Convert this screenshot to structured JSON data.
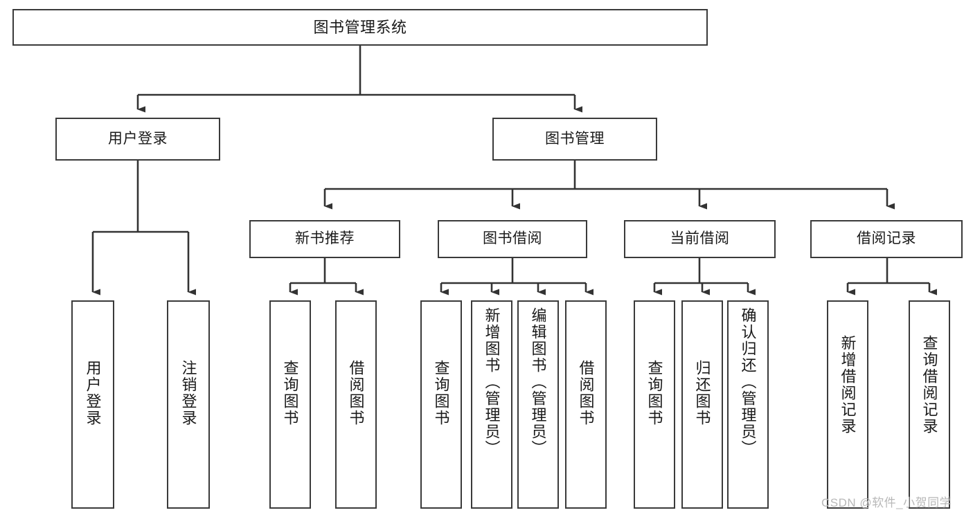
{
  "diagram": {
    "type": "tree-hierarchy-chart",
    "title": "图书管理系统",
    "colors": {
      "background": "#ffffff",
      "box_border": "#3a3a3a",
      "edge_line": "#333333",
      "text": "#1a1a1a",
      "watermark": "#b8b8b8"
    },
    "nodes": {
      "root": {
        "label": "图书管理系统"
      },
      "level2": [
        {
          "id": "user-login",
          "label": "用户登录"
        },
        {
          "id": "book-management",
          "label": "图书管理"
        }
      ],
      "level3": [
        {
          "id": "new-book-recommend",
          "label": "新书推荐"
        },
        {
          "id": "book-borrow",
          "label": "图书借阅"
        },
        {
          "id": "current-borrow",
          "label": "当前借阅"
        },
        {
          "id": "borrow-record",
          "label": "借阅记录"
        }
      ],
      "leaves": {
        "user_login": [
          {
            "id": "leaf-user-login",
            "label": "用户登录"
          },
          {
            "id": "leaf-logout",
            "label": "注销登录"
          }
        ],
        "new_book_recommend": [
          {
            "id": "leaf-query-book-1",
            "label": "查询图书"
          },
          {
            "id": "leaf-borrow-book-1",
            "label": "借阅图书"
          }
        ],
        "book_borrow": [
          {
            "id": "leaf-query-book-2",
            "label": "查询图书"
          },
          {
            "id": "leaf-add-book",
            "label": "新增图书（管理员）"
          },
          {
            "id": "leaf-edit-book",
            "label": "编辑图书（管理员）"
          },
          {
            "id": "leaf-borrow-book-2",
            "label": "借阅图书"
          }
        ],
        "current_borrow": [
          {
            "id": "leaf-query-book-3",
            "label": "查询图书"
          },
          {
            "id": "leaf-return-book",
            "label": "归还图书"
          },
          {
            "id": "leaf-confirm-return",
            "label": "确认归还（管理员）"
          }
        ],
        "borrow_record": [
          {
            "id": "leaf-add-record",
            "label": "新增借阅记录"
          },
          {
            "id": "leaf-query-record",
            "label": "查询借阅记录"
          }
        ]
      }
    },
    "watermark": "CSDN @软件_小贺同学"
  }
}
